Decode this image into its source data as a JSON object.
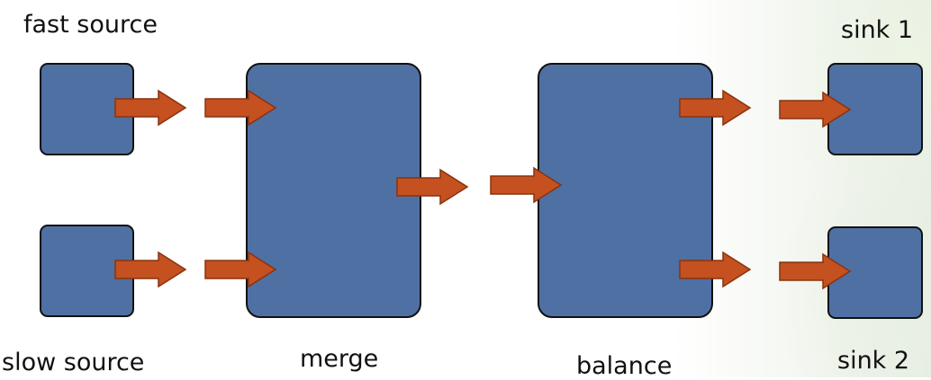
{
  "labels": {
    "fast_source": "fast source",
    "slow_source": "slow source",
    "merge": "merge",
    "balance": "balance",
    "sink1": "sink 1",
    "sink2": "sink 2"
  },
  "colors": {
    "box_fill": "#4f70a3",
    "box_stroke": "#111111",
    "arrow_fill": "#c4511f",
    "arrow_stroke": "#8a3210"
  }
}
